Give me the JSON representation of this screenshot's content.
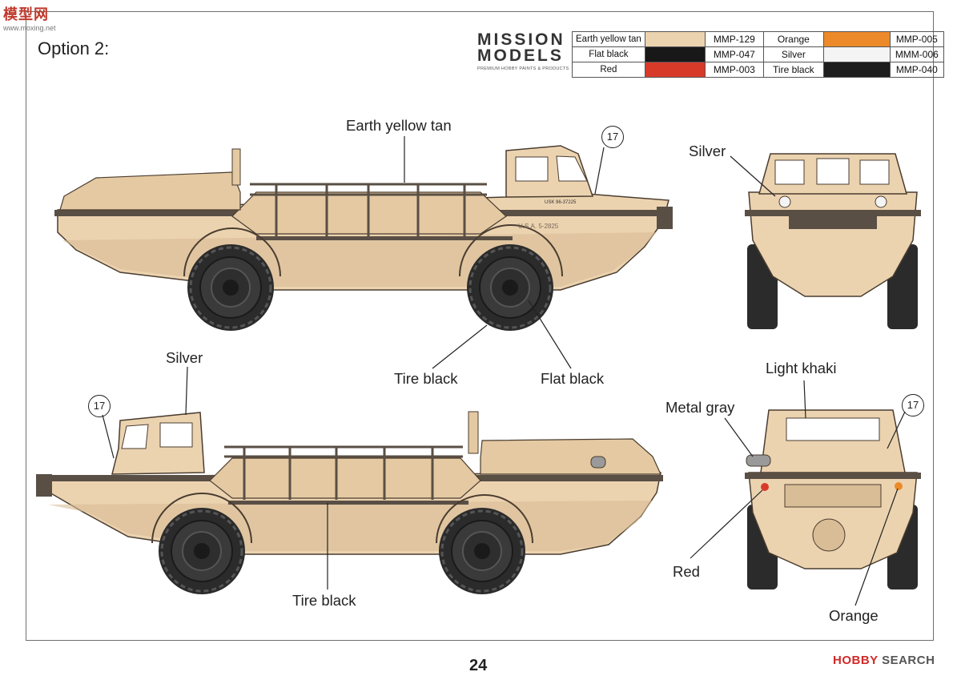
{
  "watermark": {
    "site": "模型网",
    "url": "www.moxing.net"
  },
  "option_title": "Option 2:",
  "brand": {
    "line1": "MISSION",
    "line2": "MODELS",
    "tagline": "PREMIUM HOBBY PAINTS & PRODUCTS"
  },
  "paints": [
    {
      "name": "Earth yellow tan",
      "color": "#ecd3b0",
      "code": "MMP-129"
    },
    {
      "name": "Flat black",
      "color": "#181818",
      "code": "MMP-047"
    },
    {
      "name": "Red",
      "color": "#d83a2a",
      "code": "MMP-003"
    },
    {
      "name": "Orange",
      "color": "#ec8a2a",
      "code": "MMP-005"
    },
    {
      "name": "Silver",
      "color": "#f4f4f4",
      "code": "MMM-006"
    },
    {
      "name": "Tire black",
      "color": "#1e1e1e",
      "code": "MMP-040"
    }
  ],
  "callouts": {
    "earth_yellow_tan": "Earth yellow tan",
    "silver_front": "Silver",
    "silver_side": "Silver",
    "tire_black_top": "Tire black",
    "flat_black": "Flat black",
    "tire_black_bottom": "Tire black",
    "light_khaki": "Light khaki",
    "metal_gray": "Metal gray",
    "red": "Red",
    "orange": "Orange",
    "marker_1": "17",
    "marker_2": "17",
    "marker_3": "17"
  },
  "markings": {
    "hull_number": "U.S.A. 5-2825",
    "bumper_text": "USK 96-37225"
  },
  "colors": {
    "hull": "#ecd3b0",
    "hull_shade": "#d9bd96",
    "outline": "#4a3d30",
    "tire": "#2b2b2b",
    "rail": "#5a4f45"
  },
  "page_number": "24",
  "footer_brand": {
    "part1": "HOBBY",
    "part2": " SEARCH"
  }
}
